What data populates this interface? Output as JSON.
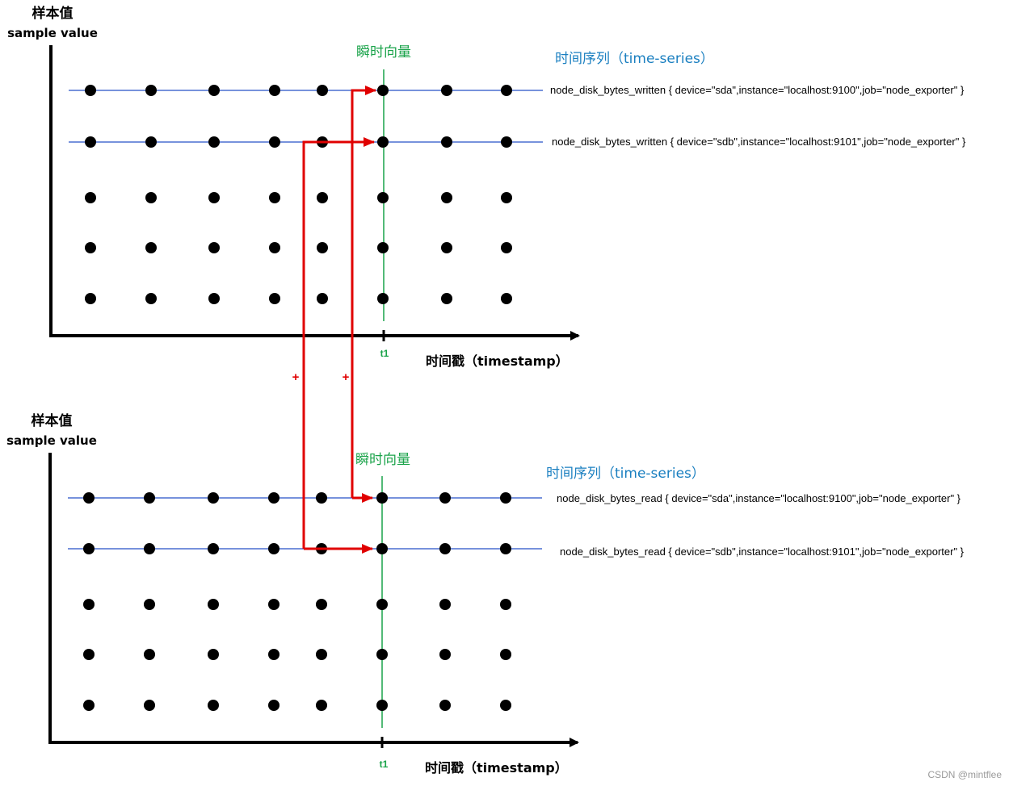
{
  "colors": {
    "axis": "#000000",
    "series_line": "#4a6fd0",
    "instant_line": "#1aa34a",
    "arrow": "#e00000",
    "point": "#000000",
    "green_text": "#1aa34a",
    "blue_text": "#1a7fc0"
  },
  "panels": [
    {
      "y_label_cn": "样本值",
      "y_label_en": "sample value",
      "x_label": "时间戳（timestamp）",
      "instant_vector_label": "瞬时向量",
      "time_series_label": "时间序列（time-series）",
      "t1_label": "t1",
      "series": [
        "node_disk_bytes_written { device=\"sda\",instance=\"localhost:9100\",job=\"node_exporter\" }",
        "node_disk_bytes_written { device=\"sdb\",instance=\"localhost:9101\",job=\"node_exporter\" }"
      ]
    },
    {
      "y_label_cn": "样本值",
      "y_label_en": "sample value",
      "x_label": "时间戳（timestamp）",
      "instant_vector_label": "瞬时向量",
      "time_series_label": "时间序列（time-series）",
      "t1_label": "t1",
      "series": [
        "node_disk_bytes_read { device=\"sda\",instance=\"localhost:9100\",job=\"node_exporter\" }",
        "node_disk_bytes_read { device=\"sdb\",instance=\"localhost:9101\",job=\"node_exporter\" }"
      ]
    }
  ],
  "operators": [
    "+",
    "+"
  ],
  "watermark": "CSDN @mintflee"
}
